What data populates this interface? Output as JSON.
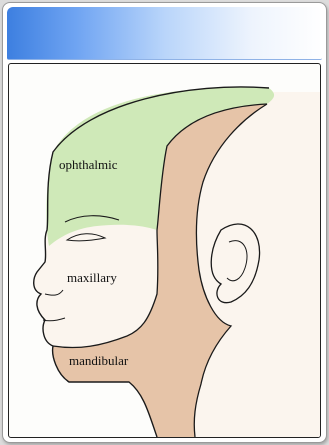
{
  "diagram": {
    "labels": {
      "ophthalmic": "ophthalmic",
      "maxillary": "maxillary",
      "mandibular": "mandibular"
    },
    "colors": {
      "ophthalmic_region": "#cfe9b8",
      "mandibular_region": "#e6c4a8",
      "skin": "#fbf5ee",
      "outline": "#1a1a1a",
      "title_bar_start": "#3d7fe0"
    }
  }
}
